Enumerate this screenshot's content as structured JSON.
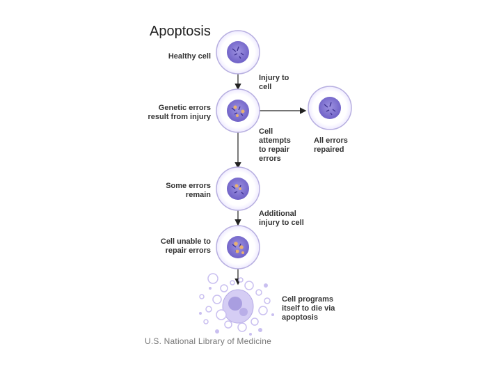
{
  "title": "Apoptosis",
  "labels": {
    "healthy_cell": [
      "Healthy cell"
    ],
    "genetic_errors": [
      "Genetic errors",
      "result from injury"
    ],
    "some_errors_remain": [
      "Some errors",
      "remain"
    ],
    "cell_unable": [
      "Cell unable to",
      "repair errors"
    ],
    "injury": [
      "Injury to",
      "cell"
    ],
    "attempts_repair": [
      "Cell",
      "attempts",
      "to repair",
      "errors"
    ],
    "all_repaired": [
      "All errors",
      "repaired"
    ],
    "additional_injury": [
      "Additional",
      "injury to cell"
    ],
    "programs_die": [
      "Cell programs",
      "itself to die via",
      "apoptosis"
    ]
  },
  "credit": "U.S. National Library of Medicine",
  "colors": {
    "cell_fill": "#f3efff",
    "cell_stroke": "#9a90cf",
    "nucleus": "#7d6fd0",
    "error_spot": "#e8b070",
    "arrow": "#222222",
    "fragment": "#c9bff0"
  }
}
